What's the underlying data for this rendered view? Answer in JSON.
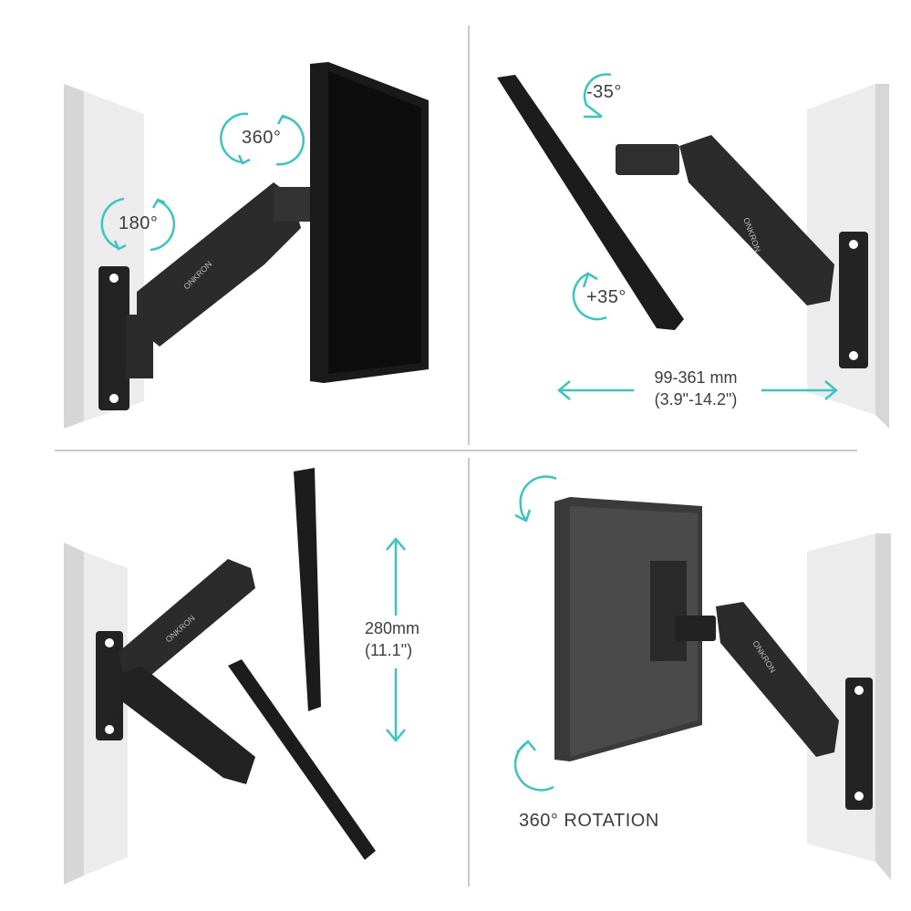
{
  "brand": "ONKRON",
  "colors": {
    "accent": "#3cc3c3",
    "arm": "#2b2b2b",
    "monitor": "#1c1c1c",
    "wall": "#e4e4e4",
    "text": "#3d3d3d"
  },
  "panels": [
    {
      "id": "swivel",
      "labels": [
        "360°",
        "180°"
      ]
    },
    {
      "id": "tilt",
      "labels": [
        "-35°",
        "+35°"
      ],
      "extension_label": "99-361 mm",
      "extension_label_imperial": "(3.9\"-14.2\")"
    },
    {
      "id": "height",
      "height_label": "280mm",
      "height_label_imperial": "(11.1\")"
    },
    {
      "id": "rotation",
      "caption": "360° ROTATION"
    }
  ]
}
